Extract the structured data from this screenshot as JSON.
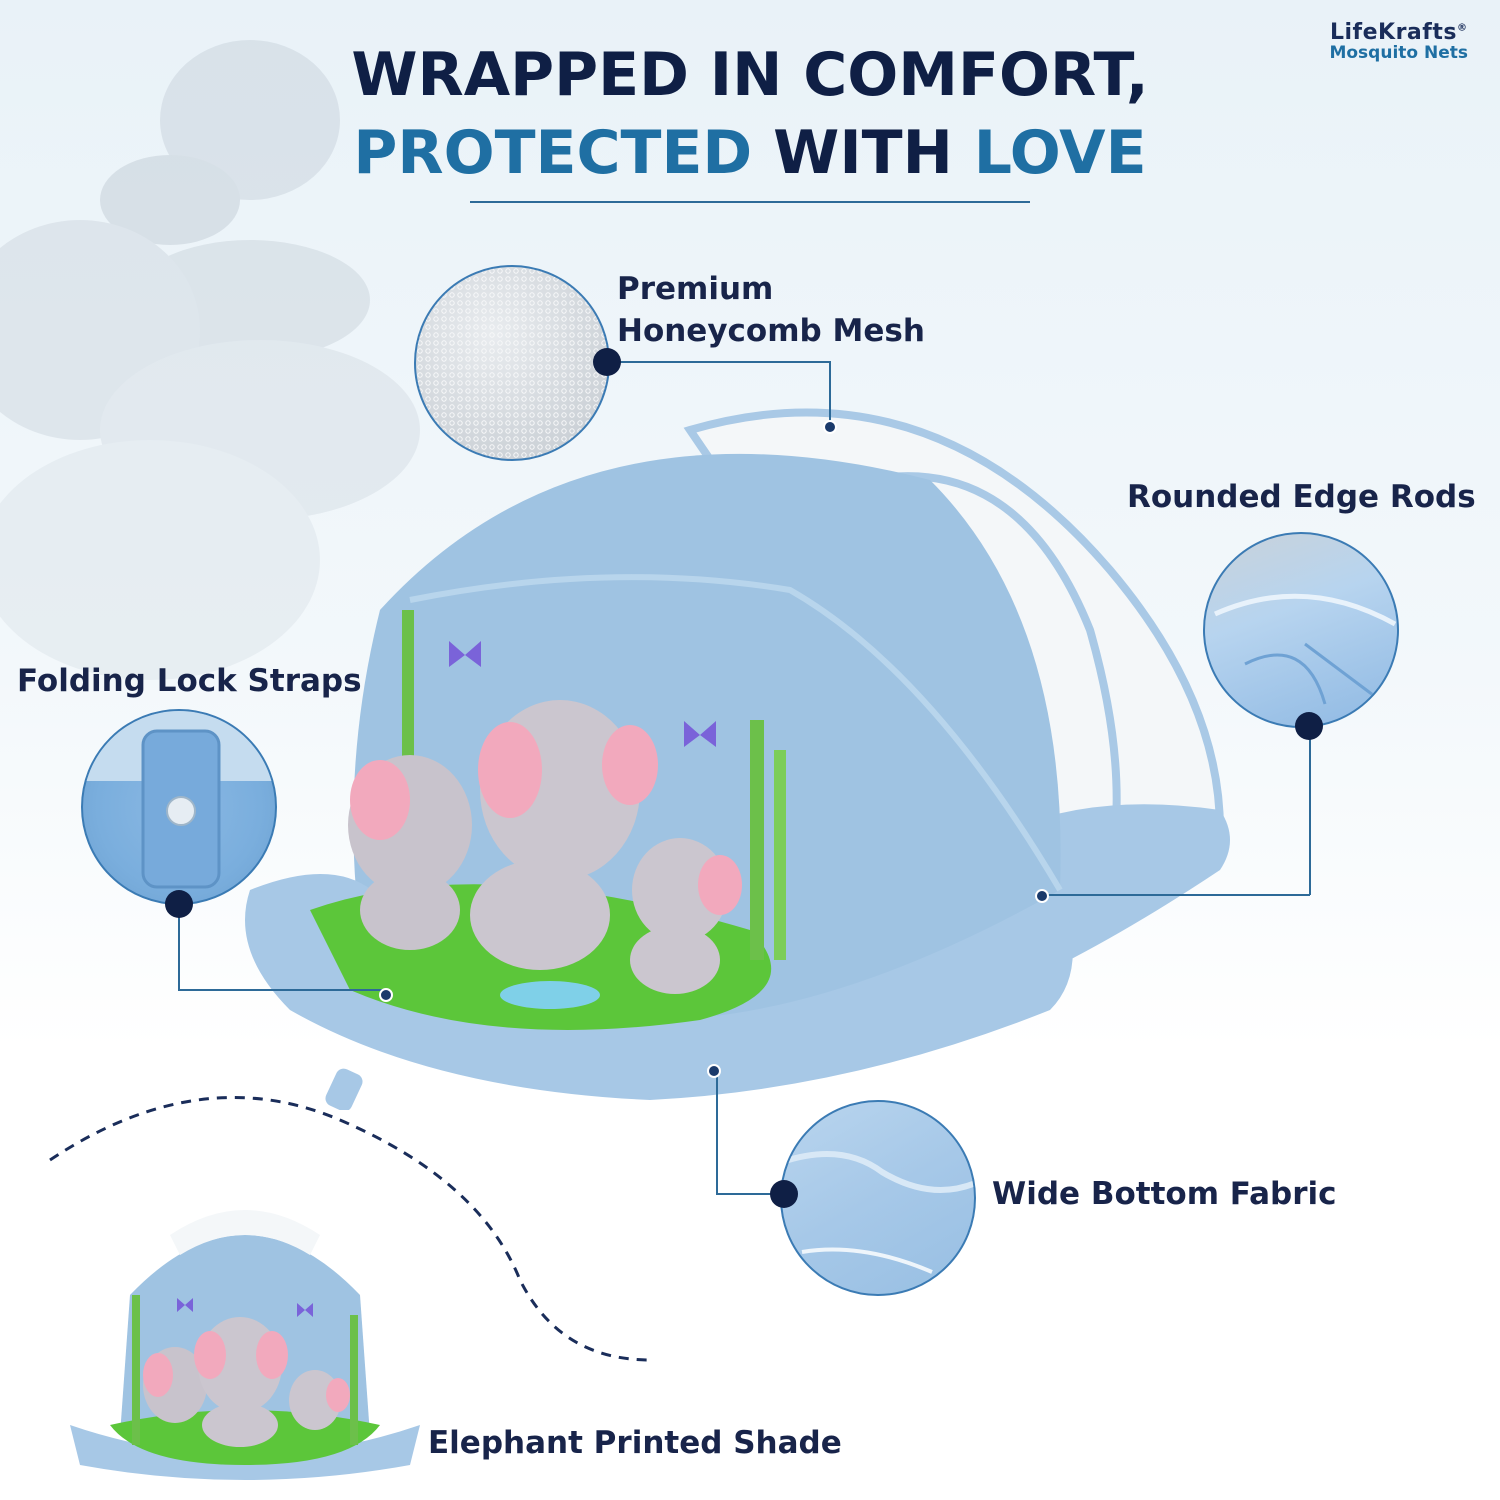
{
  "brand": {
    "name": "LifeKrafts",
    "registered": "®",
    "tagline": "Mosquito Nets"
  },
  "headline": {
    "line1": "WRAPPED IN COMFORT,",
    "line2_accent_1": "PROTECTED",
    "line2_middle": "WITH",
    "line2_accent_2": "LOVE"
  },
  "features": {
    "mesh": "Premium Honeycomb Mesh",
    "mesh_line1": "Premium",
    "mesh_line2": "Honeycomb Mesh",
    "rods": "Rounded Edge Rods",
    "straps": "Folding Lock Straps",
    "fabric": "Wide Bottom Fabric",
    "shade": "Elephant Printed Shade"
  },
  "colors": {
    "navy": "#0f1f45",
    "accent_blue": "#1f6fa3",
    "tent_blue": "#9fc3e2",
    "grass": "#5cc63a"
  }
}
